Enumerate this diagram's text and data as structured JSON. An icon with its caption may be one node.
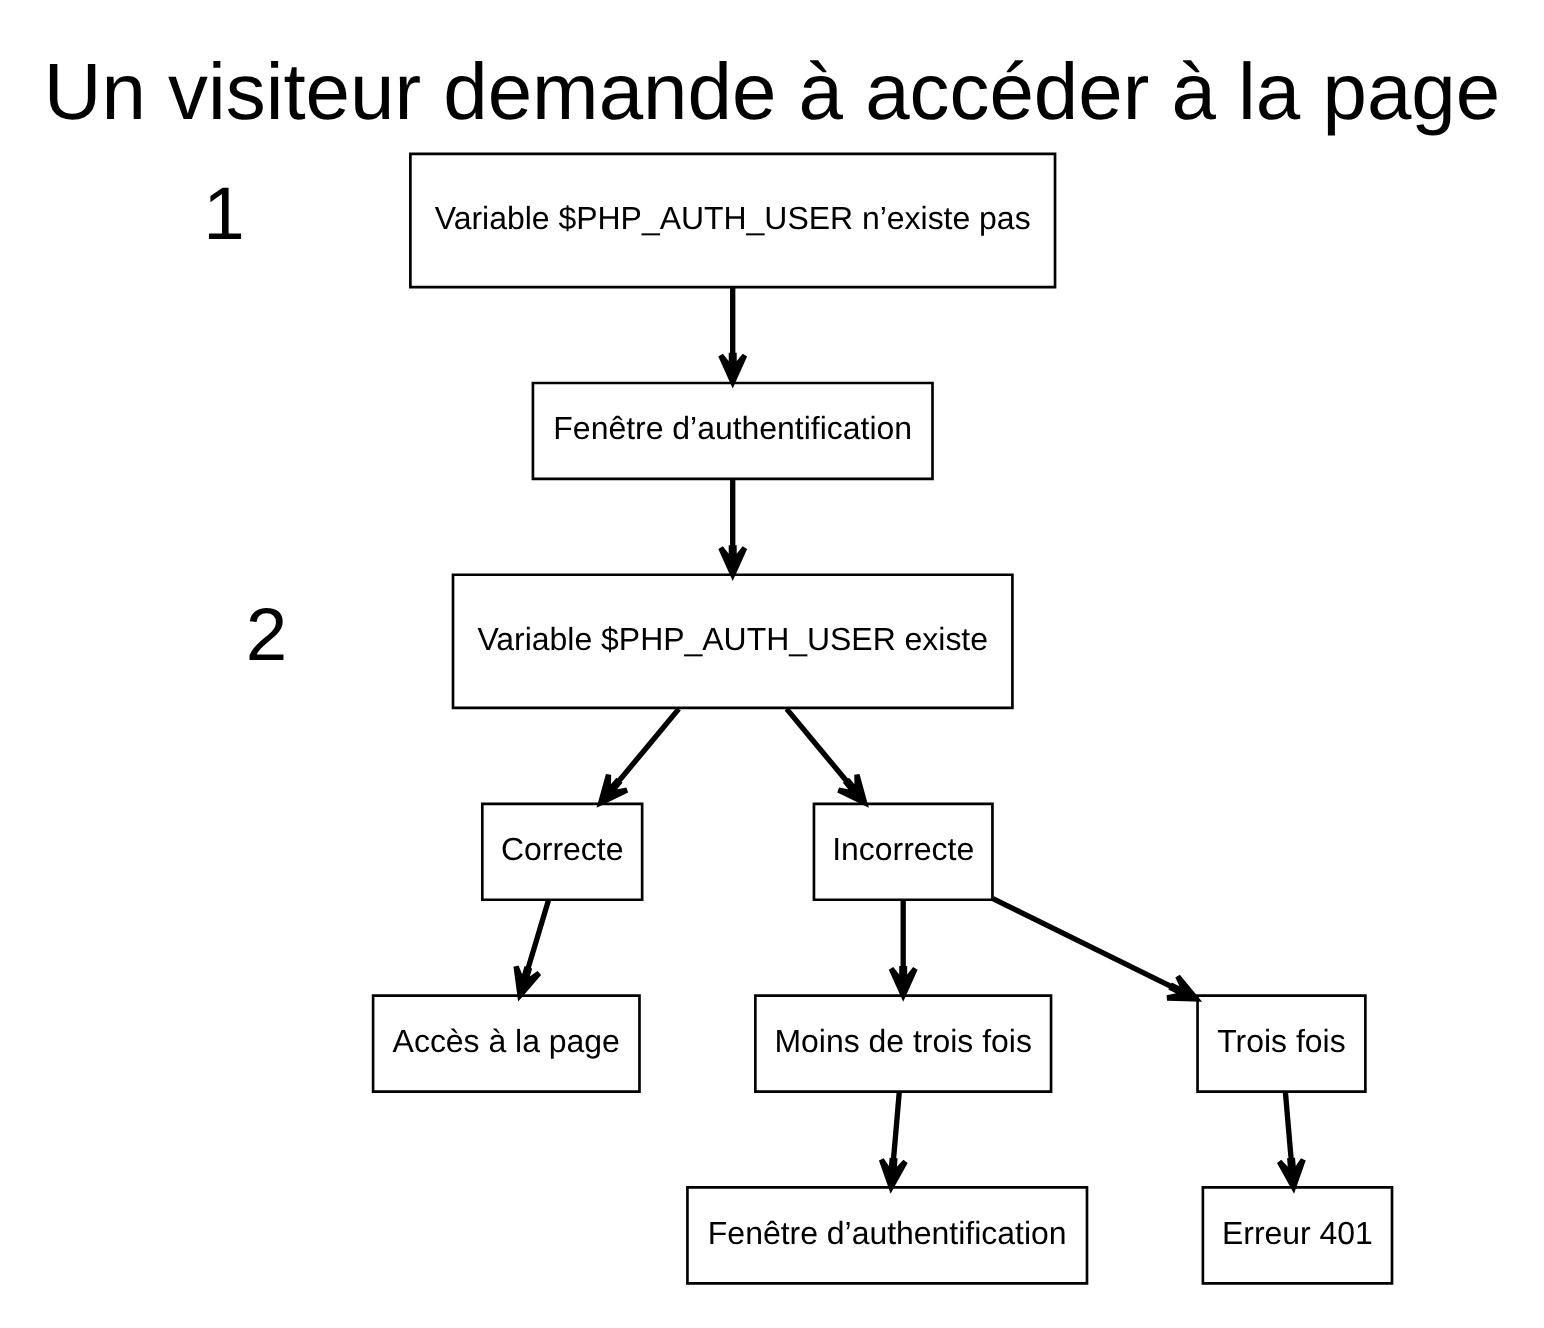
{
  "diagram": {
    "title": "Un visiteur demande à accéder à la page",
    "nodes": [
      {
        "text": [
          "Variable $PHP_AUTH_USER n’existe pas"
        ],
        "beside": [
          "1"
        ]
      },
      {
        "text": [
          "Fenêtre d’authentification"
        ]
      },
      {
        "text": [
          "Variable $PHP_AUTH_USER existe"
        ],
        "beside": [
          "2"
        ]
      },
      {
        "text": [
          "Correcte"
        ]
      },
      {
        "text": [
          "Incorrecte"
        ]
      },
      {
        "text": [
          "Accès à la page"
        ]
      },
      {
        "text": [
          "Moins de trois fois"
        ]
      },
      {
        "text": [
          "Trois fois"
        ]
      },
      {
        "text": [
          "Fenêtre d’authentification"
        ]
      },
      {
        "text": [
          "Erreur 401"
        ]
      }
    ],
    "edges": [
      {
        "from": 0,
        "to": 1,
        "arrow": "to"
      },
      {
        "from": 1,
        "to": 2,
        "arrow": "to"
      },
      {
        "from": 2,
        "to": 3,
        "arrow": "to"
      },
      {
        "from": 2,
        "to": 4,
        "arrow": "to"
      },
      {
        "from": 3,
        "to": 5,
        "arrow": "to"
      },
      {
        "from": 4,
        "to": 6,
        "arrow": "to"
      },
      {
        "from": 4,
        "to": 7,
        "arrow": "to"
      },
      {
        "from": 6,
        "to": 8,
        "arrow": "to"
      },
      {
        "from": 7,
        "to": 9,
        "arrow": "to"
      }
    ]
  }
}
